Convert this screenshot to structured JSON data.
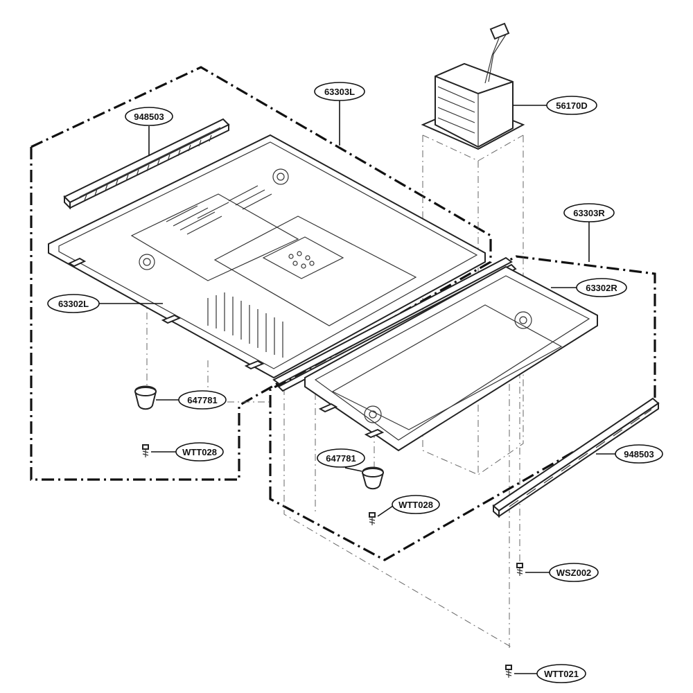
{
  "diagram": {
    "callouts": {
      "wave_guide_tl": "948503",
      "plate_lower_l": "63303L",
      "transformer": "56170D",
      "plate_lower_r": "63303R",
      "plate_upper_r": "63302R",
      "plate_upper_l": "63302L",
      "foot_l": "647781",
      "screw_l": "WTT028",
      "foot_r": "647781",
      "screw_r": "WTT028",
      "wave_guide_br": "948503",
      "screw_wsz": "WSZ002",
      "screw_bottom": "WTT021"
    }
  }
}
